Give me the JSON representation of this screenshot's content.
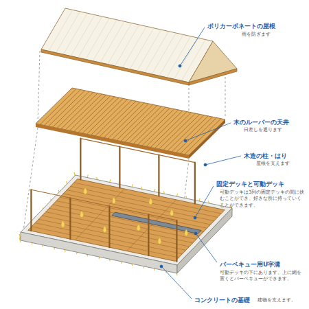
{
  "diagram": {
    "labels": [
      "ポリカーボネートの屋根",
      "雨を防ぎます",
      "木のルーバーの天井",
      "日差しを遮ります",
      "木造の柱・はり",
      "屋根を支えます",
      "固定デッキと可動デッキ",
      "可動デッキは3列の固定デッキの間に挟むことができ、好きな所に持っていくことができます。",
      "バーベキュー用U字溝",
      "可動デッキの下にあります。上に網を置くとバーベキューができます。",
      "コンクリートの基礎",
      "建物を支えます。"
    ]
  }
}
